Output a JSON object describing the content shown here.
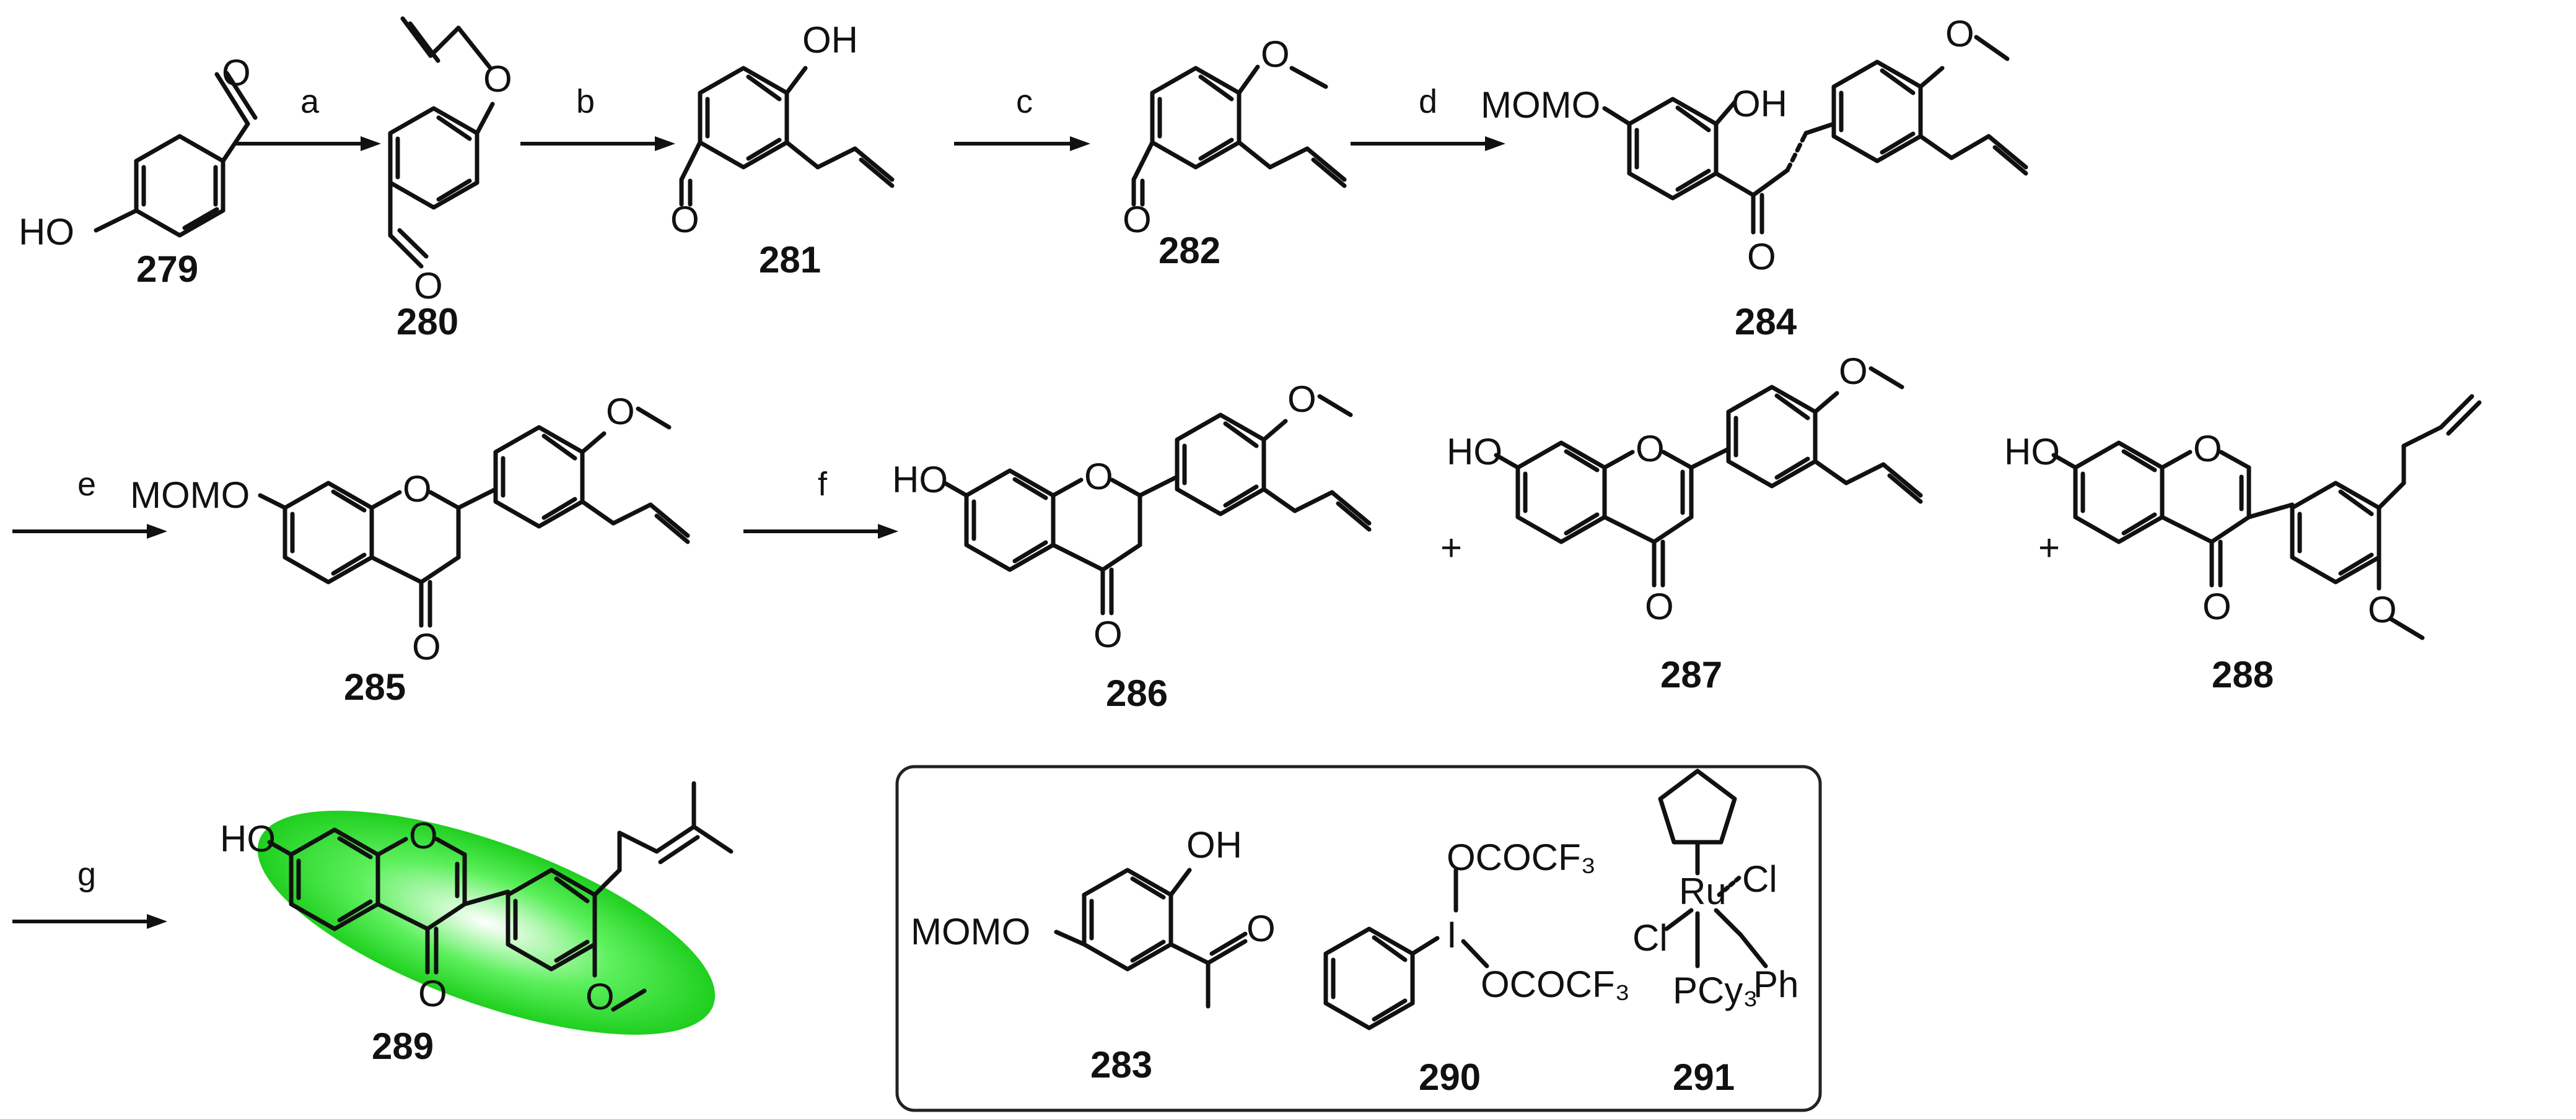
{
  "compounds": {
    "c279": "279",
    "c280": "280",
    "c281": "281",
    "c282": "282",
    "c284": "284",
    "c285": "285",
    "c286": "286",
    "c287": "287",
    "c288": "288",
    "c289": "289",
    "c283": "283",
    "c290": "290",
    "c291": "291"
  },
  "steps": {
    "a": "a",
    "b": "b",
    "c": "c",
    "d": "d",
    "e": "e",
    "f": "f",
    "g": "g"
  },
  "plus": "+",
  "atoms": {
    "O": "O",
    "HO": "HO",
    "OH": "OH",
    "MOMO": "MOMO",
    "OCOCF3": "OCOCF₃",
    "I": "I",
    "Ru": "Ru",
    "Cl": "Cl",
    "Ph": "Ph",
    "PCy3": "PCy₃"
  },
  "colors": {
    "highlight": "#22dd22",
    "ink": "#111111",
    "background": "#ffffff"
  }
}
